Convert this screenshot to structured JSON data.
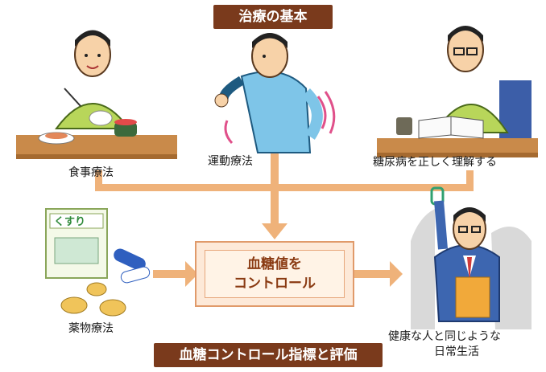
{
  "title_top": "治療の基本",
  "title_bottom": "血糖コントロール指標と評価",
  "center": {
    "line1": "血糖値を",
    "line2": "コントロール"
  },
  "labels": {
    "diet": "食事療法",
    "exercise": "運動療法",
    "understanding": "糖尿病を正しく理解する",
    "drug": "薬物療法",
    "result_line1": "健康な人と同じような",
    "result_line2": "日常生活"
  },
  "medicine_sign": "くすり",
  "colors": {
    "banner": "#7a3a1c",
    "arrow": "#efb27a",
    "center_text": "#8a3a12",
    "shirt_green": "#b8d65a",
    "shirt_blue": "#7ec5e8",
    "suit_blue": "#3d66b0"
  }
}
